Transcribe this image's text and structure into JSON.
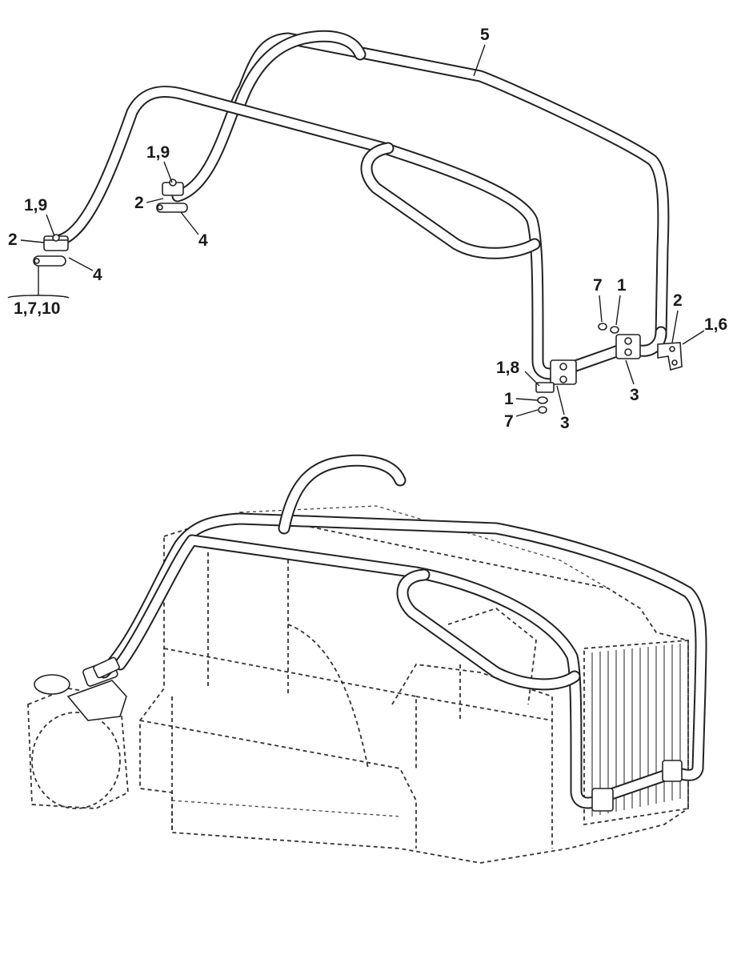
{
  "callouts": {
    "c5": "5",
    "c19a": "1,9",
    "c19b": "1,9",
    "c2a": "2",
    "c2b": "2",
    "c2c": "2",
    "c4a": "4",
    "c4b": "4",
    "c1710": "1,7,10",
    "c7a": "7",
    "c1a": "1",
    "c16": "1,6",
    "c18": "1,8",
    "c1b": "1",
    "c7b": "7",
    "c3a": "3",
    "c3b": "3"
  }
}
